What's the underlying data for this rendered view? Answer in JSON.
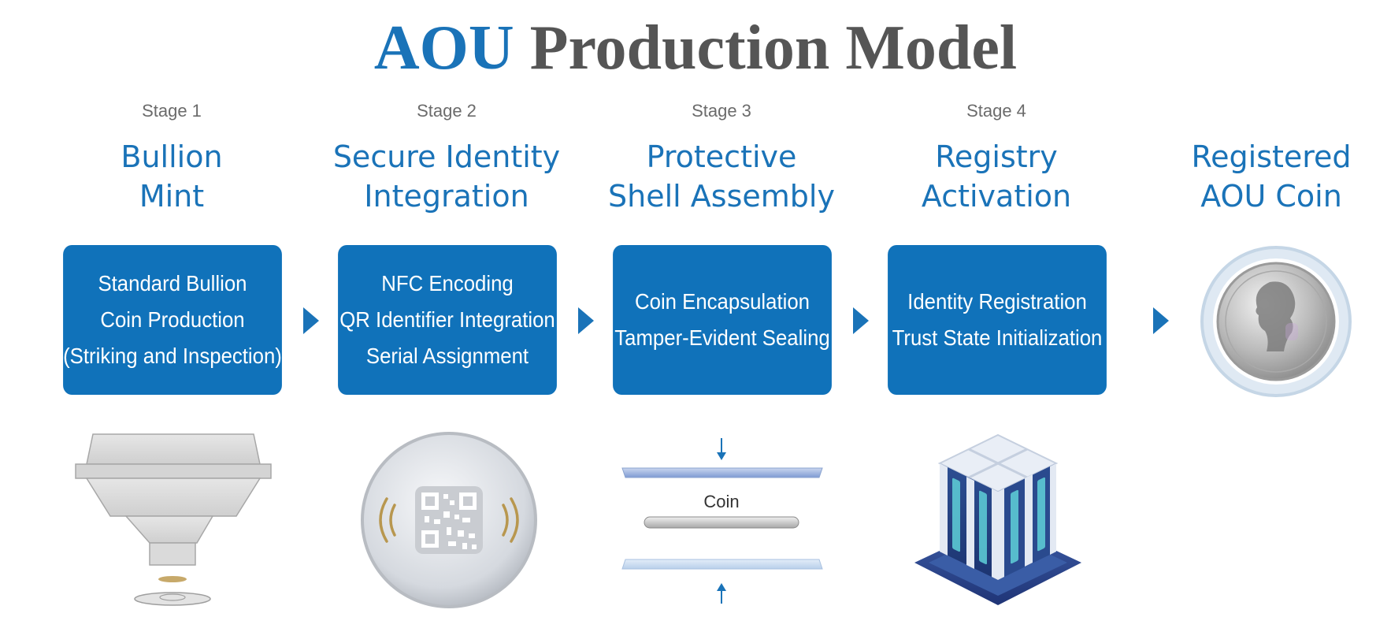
{
  "title": {
    "accent": "AOU",
    "main": "Production Model"
  },
  "stages": [
    {
      "label": "Stage 1",
      "heading": [
        "Bullion",
        "Mint"
      ],
      "box": [
        "Standard Bullion",
        "Coin Production",
        "(Striking and Inspection)"
      ],
      "icon": "bullion-press-icon"
    },
    {
      "label": "Stage 2",
      "heading": [
        "Secure Identity",
        "Integration"
      ],
      "box": [
        "NFC Encoding",
        "QR Identifier Integration",
        "Serial Assignment"
      ],
      "icon": "nfc-qr-disc-icon"
    },
    {
      "label": "Stage 3",
      "heading": [
        "Protective",
        "Shell Assembly"
      ],
      "box": [
        "Coin Encapsulation",
        "Tamper-Evident Sealing"
      ],
      "icon": "shell-assembly-icon"
    },
    {
      "label": "Stage 4",
      "heading": [
        "Registry",
        "Activation"
      ],
      "box": [
        "Identity Registration",
        "Trust State Initialization"
      ],
      "icon": "server-registry-icon"
    }
  ],
  "final": {
    "heading": [
      "Registered",
      "AOU Coin"
    ],
    "icon": "registered-coin-icon"
  },
  "coin_label": "Coin",
  "colors": {
    "accent": "#1a73b8",
    "box": "#1072ba",
    "gray_text": "#555555"
  }
}
